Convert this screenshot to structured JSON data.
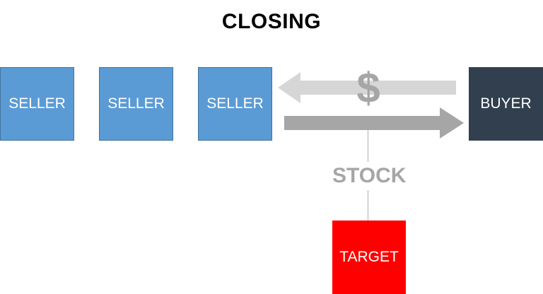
{
  "title": "CLOSING",
  "sellers": [
    {
      "label": "SELLER"
    },
    {
      "label": "SELLER"
    },
    {
      "label": "SELLER"
    }
  ],
  "buyer": {
    "label": "BUYER"
  },
  "target": {
    "label": "TARGET"
  },
  "money_label": "$",
  "stock_label": "STOCK",
  "colors": {
    "seller": "#5b9bd5",
    "buyer": "#323f4f",
    "target": "#ff0000",
    "money_arrow": "#d6d6d6",
    "stock_arrow": "#a6a6a6",
    "label_gray": "#a6a6a6"
  }
}
